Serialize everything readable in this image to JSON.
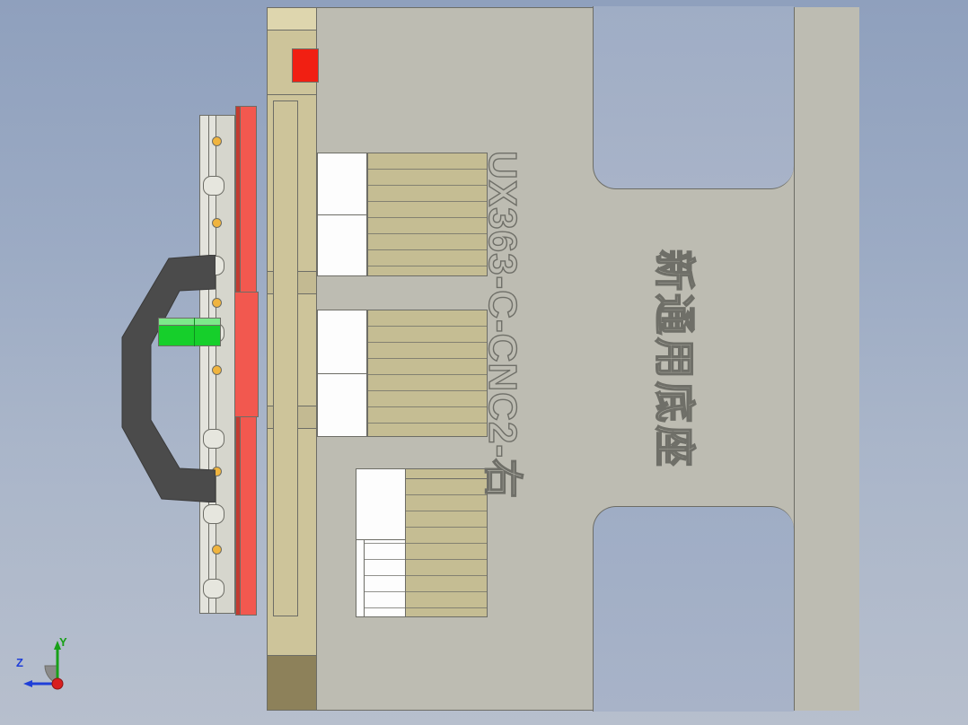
{
  "view": {
    "title": "CAD 3D model side view",
    "background_top": "#8fa0bd",
    "background_bottom": "#b7bfcd"
  },
  "labels": {
    "part_code": "UX363-C-CNC2-右",
    "chinese_note": "新通用底座"
  },
  "axis": {
    "y_label": "Y",
    "z_label": "Z",
    "y_color": "#18a018",
    "z_color": "#1f3fd8",
    "origin_color": "#d81f1f"
  },
  "colors": {
    "base_plate": "#bdbcb2",
    "column_tan": "#cdc49a",
    "arm_yellow": "#f4eda1",
    "arm_white": "#fdfdfd",
    "red_block": "#f11f12",
    "red_plate": "#f2584f",
    "green_pin": "#16cf2b",
    "dark_handle": "#4b4b4b",
    "hole_gold": "#f0b43e",
    "outline": "#6d6d66"
  },
  "components": {
    "base_plate_name": "base-plate",
    "column_name": "vertical-column",
    "arms": [
      {
        "name": "clamp-arm-top"
      },
      {
        "name": "clamp-arm-middle"
      },
      {
        "name": "clamp-arm-bottom"
      }
    ],
    "fixture_stack_name": "left-fixture-stack"
  }
}
